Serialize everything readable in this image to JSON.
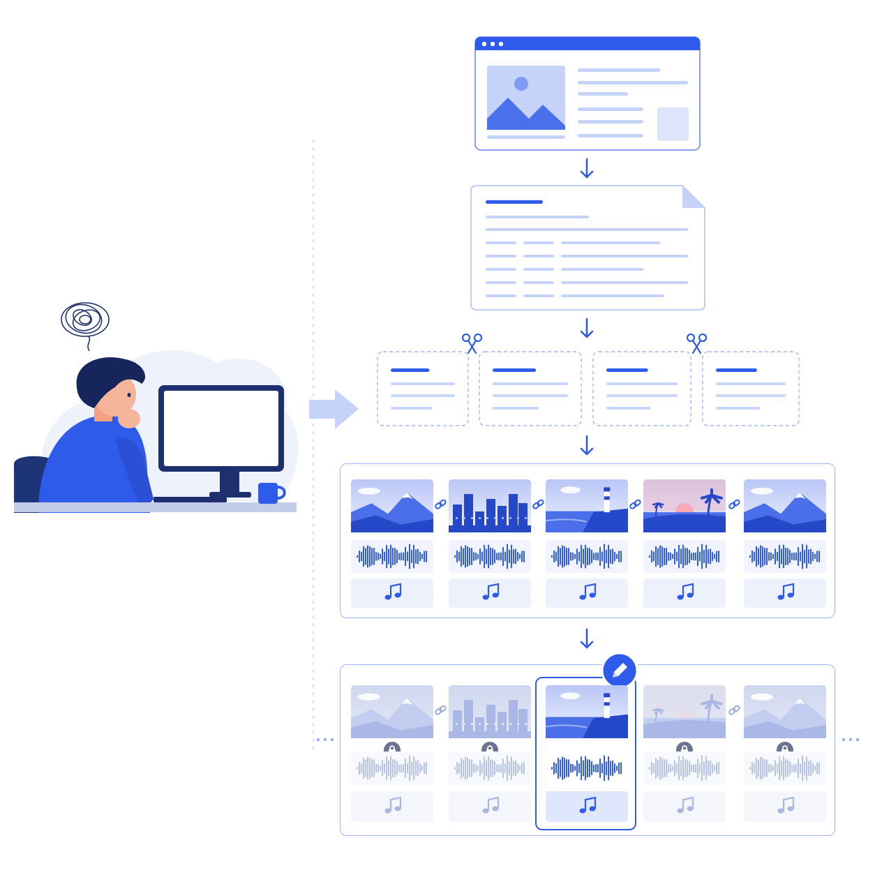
{
  "colors": {
    "primary": "#2f5bea",
    "primary_light": "#c9d6fb",
    "border": "#9fb6f5",
    "panel_bg": "#f4f7ff",
    "muted": "#aebde8",
    "shirt": "#2f5bea",
    "dark_navy": "#1d2f6e"
  },
  "icons": {
    "browser": "webpage-icon",
    "document": "document-icon",
    "scissors": "scissors-icon",
    "link": "link-icon",
    "lock": "lock-icon",
    "music": "music-note-icon",
    "waveform": "audio-waveform-icon",
    "edit": "pencil-icon"
  },
  "pipeline": {
    "chunks": 4,
    "scenes": [
      "mountain",
      "city",
      "lighthouse",
      "beach",
      "mountain"
    ],
    "edited_scene_index": 2
  }
}
